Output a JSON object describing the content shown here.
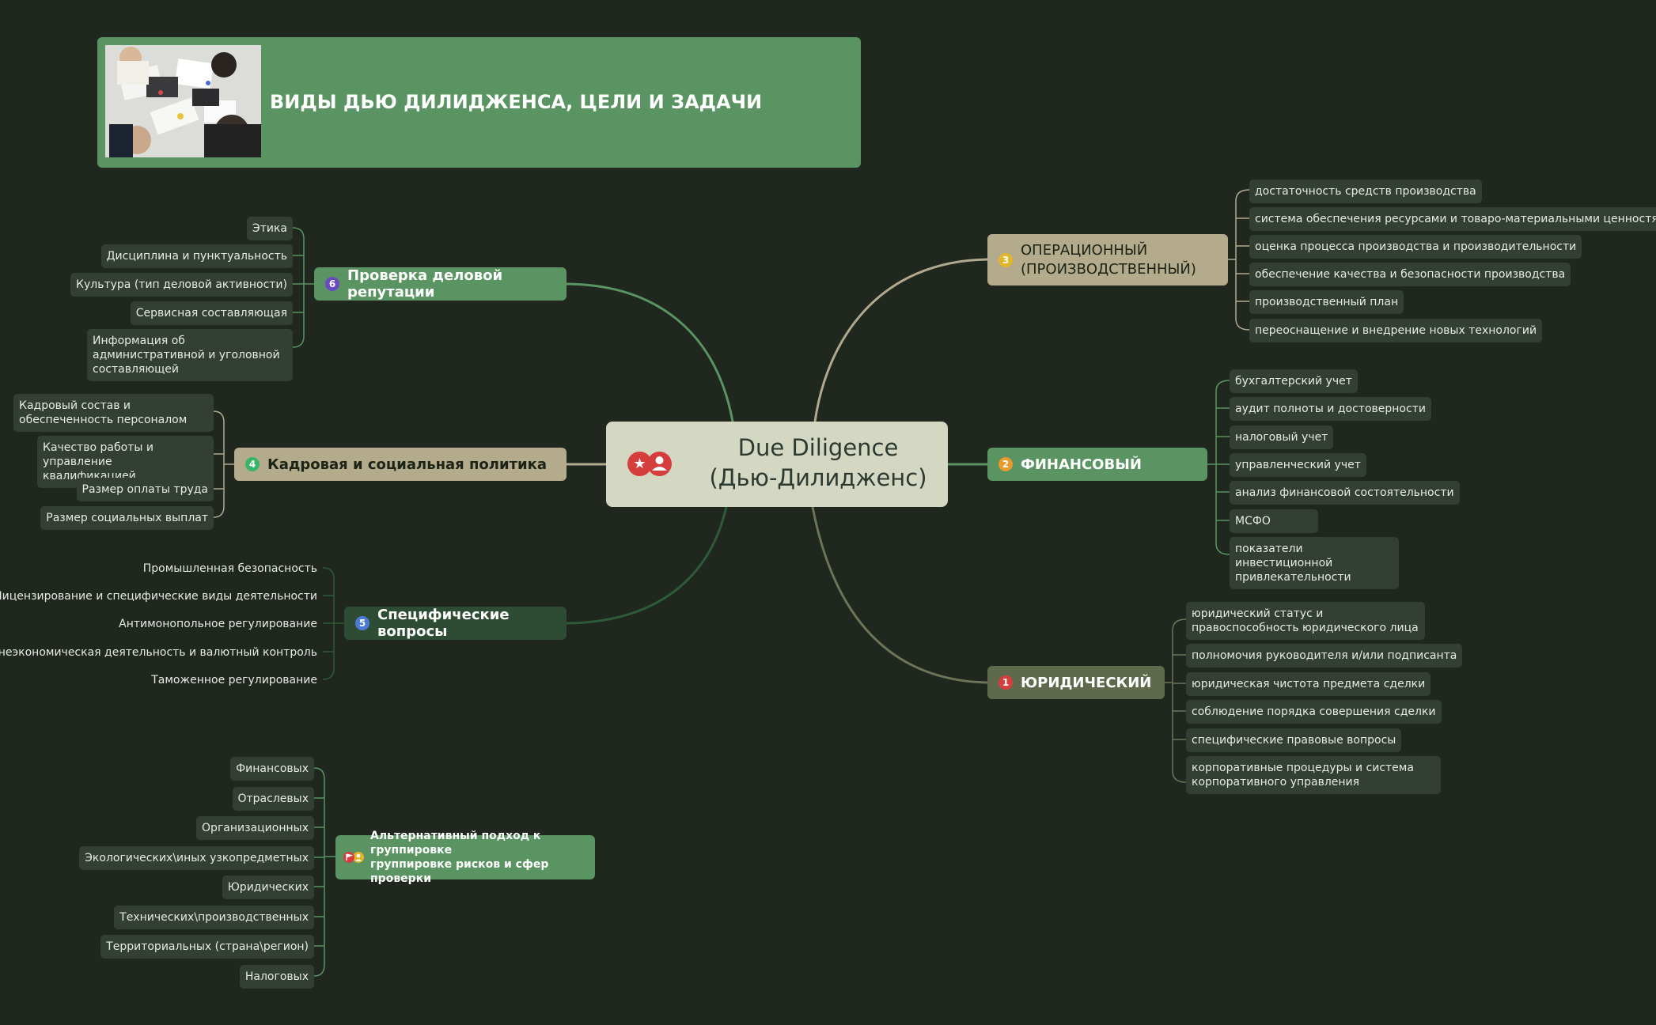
{
  "title": "ВИДЫ ДЬЮ ДИЛИДЖЕНСА, ЦЕЛИ И ЗАДАЧИ",
  "root": {
    "line1": "Due Diligence",
    "line2": "(Дью-Дилидженс)",
    "icons": [
      "star-icon",
      "people-icon"
    ]
  },
  "colors": {
    "background": "#1f271f",
    "leaf": "#343f34",
    "green": "#5a9462",
    "tan": "#b4aa8c",
    "olive": "#5f6a4c",
    "dark_green": "#2e4c34"
  },
  "branches": {
    "operational": {
      "number": "3",
      "label_line1": "ОПЕРАЦИОННЫЙ",
      "label_line2": "(ПРОИЗВОДСТВЕННЫЙ)",
      "items": [
        "достаточность средств производства",
        "система обеспечения ресурсами и товаро-материальными ценностями",
        "оценка процесса производства и производительности",
        "обеспечение качества и безопасности производства",
        "производственный план",
        "переоснащение и внедрение новых технологий"
      ]
    },
    "financial": {
      "number": "2",
      "label": "ФИНАНСОВЫЙ",
      "items": [
        "бухгалтерский учет",
        "аудит полноты и достоверности",
        "налоговый учет",
        "управленческий учет",
        "анализ финансовой состоятельности",
        "МСФО",
        "показатели инвестиционной привлекательности"
      ]
    },
    "legal": {
      "number": "1",
      "label": "ЮРИДИЧЕСКИЙ",
      "items": [
        "юридический статус и правоспособность юридического лица",
        "полномочия руководителя и/или подписанта",
        "юридическая чистота предмета сделки",
        "соблюдение порядка совершения сделки",
        "специфические правовые вопросы",
        "корпоративные процедуры и система корпоративного управления"
      ]
    },
    "reputation": {
      "number": "6",
      "label": "Проверка деловой репутации",
      "items": [
        "Этика",
        "Дисциплина и пунктуальность",
        "Культура (тип деловой активности)",
        "Сервисная составляющая",
        "Информация об административной и уголовной составляющей"
      ]
    },
    "hr": {
      "number": "4",
      "label": "Кадровая и социальная политика",
      "items": [
        "Кадровый состав и обеспеченность персоналом",
        "Качество работы и управление квалификацией",
        "Размер оплаты труда",
        "Размер социальных выплат"
      ]
    },
    "specific": {
      "number": "5",
      "label": "Специфические вопросы",
      "items": [
        "Промышленная безопасность",
        "Лицензирование и специфические виды деятельности",
        "Антимонопольное регулирование",
        "Внешнеэкономическая деятельность и валютный контроль",
        "Таможенное регулирование"
      ]
    },
    "alternative": {
      "label_line1": "Альтернативный подход к группировке",
      "label_line2": "группировке рисков и сфер проверки",
      "icons": [
        "flag-icon",
        "person-icon"
      ],
      "items": [
        "Финансовых",
        "Отраслевых",
        "Организационных",
        "Экологических\\иных узкопредметных",
        "Юридических",
        "Технических\\производственных",
        "Территориальных (страна\\регион)",
        "Налоговых"
      ]
    }
  }
}
